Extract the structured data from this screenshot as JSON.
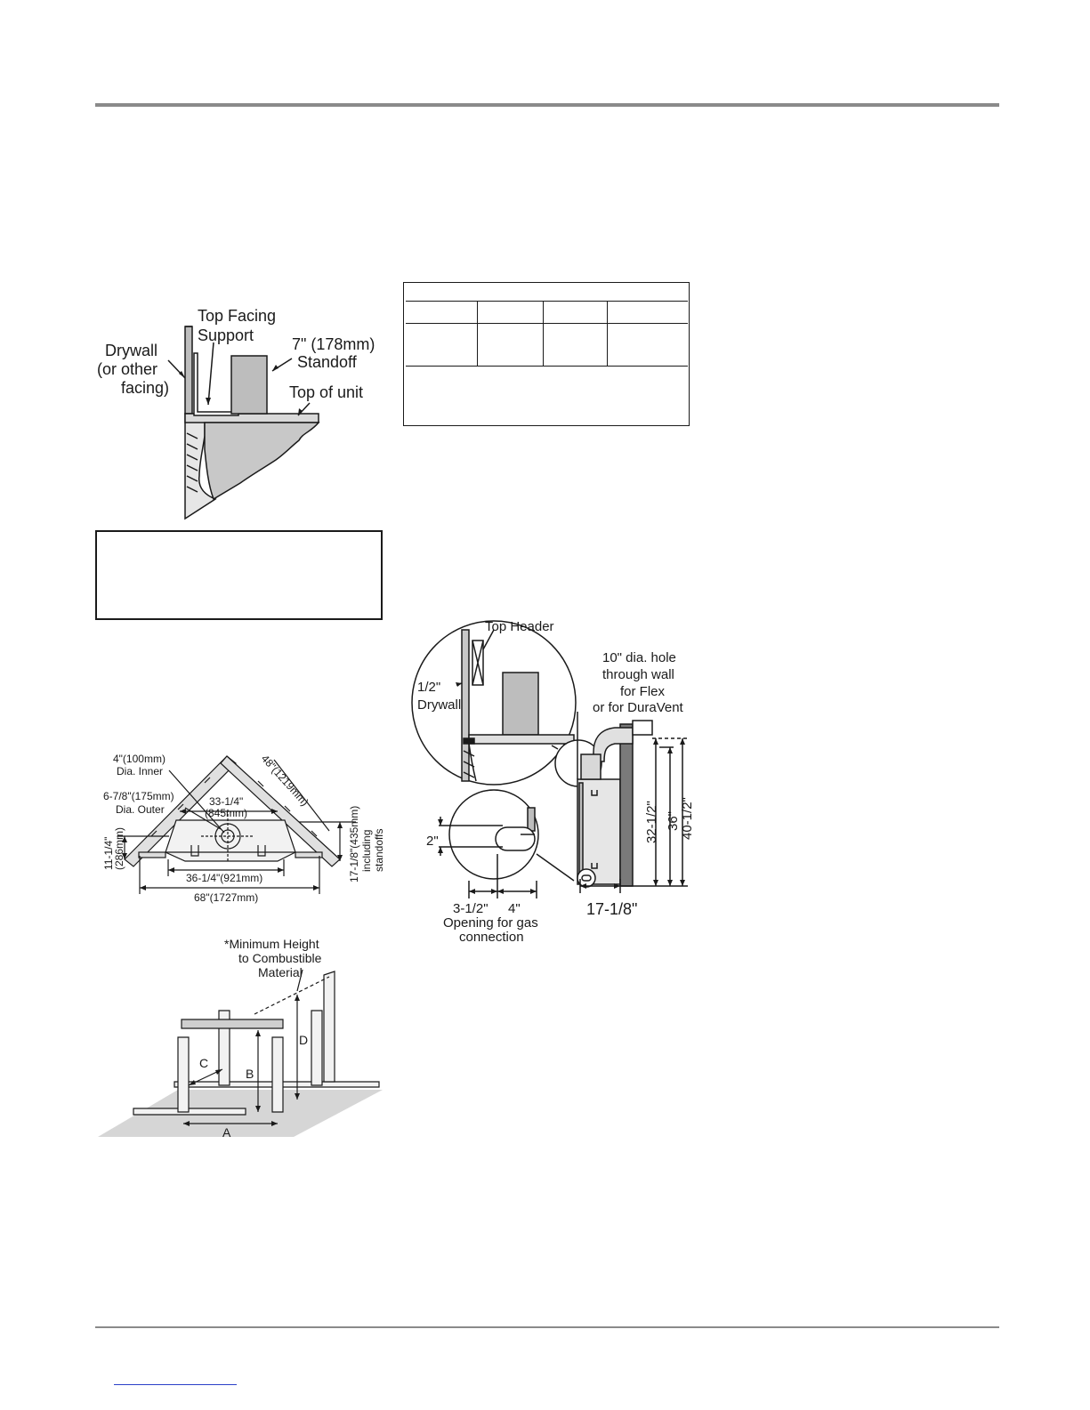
{
  "diagram_facing": {
    "top_facing_support_1": "Top Facing",
    "top_facing_support_2": "Support",
    "drywall_1": "Drywall",
    "drywall_2": "(or other",
    "drywall_3": "facing)",
    "standoff_1": "7\" (178mm)",
    "standoff_2": "Standoff",
    "top_of_unit": "Top of unit"
  },
  "diagram_corner": {
    "inner_dia_1": "4\"(100mm)",
    "inner_dia_2": "Dia. Inner",
    "outer_dia_1": "6-7/8\"(175mm)",
    "outer_dia_2": "Dia. Outer",
    "width_top_1": "33-1/4\"",
    "width_top_2": "(845mm)",
    "diagonal": "48\"(1219mm)",
    "height_left_1": "11-1/4\"",
    "height_left_2": "(286mm)",
    "depth_right_1": "17-1/8\"(435mm)",
    "depth_right_2": "including",
    "depth_right_3": "standoffs",
    "width_mid": "36-1/4\"(921mm)",
    "width_total": "68\"(1727mm)"
  },
  "diagram_framing": {
    "min_height_1": "*Minimum Height",
    "min_height_2": "to Combustible",
    "min_height_3": "Material",
    "label_a": "A",
    "label_b": "B",
    "label_c": "C",
    "label_d": "D"
  },
  "diagram_side": {
    "top_header": "Top Header",
    "drywall_1": "1/2\"",
    "drywall_2": "Drywall",
    "hole_1": "10\" dia. hole",
    "hole_2": "through wall",
    "hole_3": "for Flex",
    "hole_4": "or for DuraVent",
    "gas_2in": "2\"",
    "gas_3half": "3-1/2\"",
    "gas_4in": "4\"",
    "gas_label_1": "Opening for gas",
    "gas_label_2": "connection",
    "h_32": "32-1/2\"",
    "h_36": "36\"",
    "h_40": "40-1/2\"",
    "depth_17": "17-1/8\""
  }
}
